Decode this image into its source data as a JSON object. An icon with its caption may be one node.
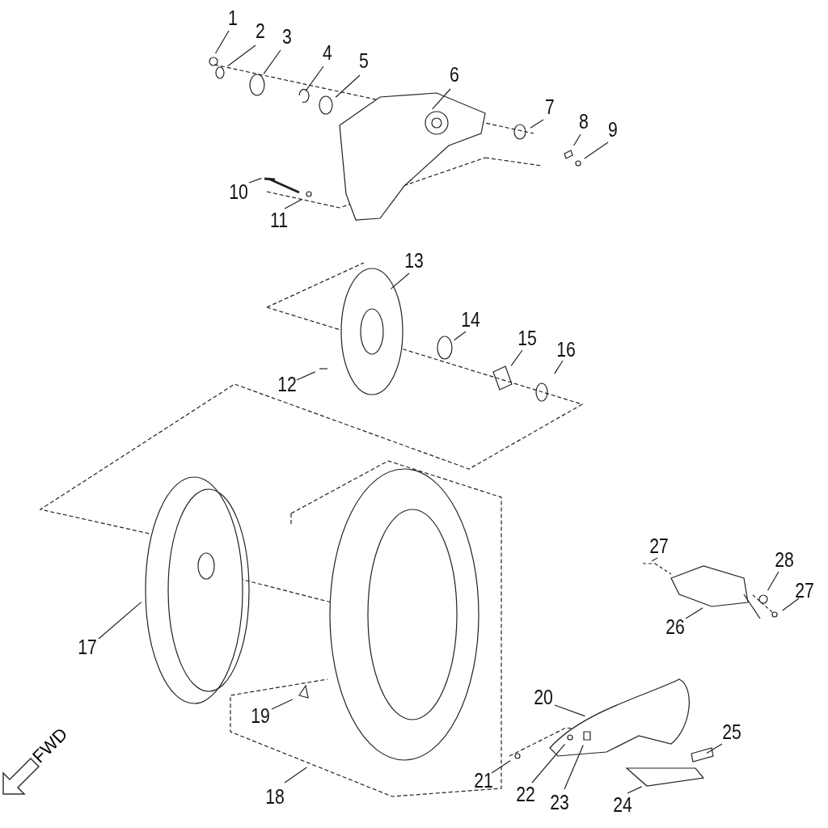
{
  "diagram": {
    "nodes": [
      {
        "text": [
          "1"
        ]
      },
      {
        "text": [
          "2"
        ]
      },
      {
        "text": [
          "3"
        ]
      },
      {
        "text": [
          "4"
        ]
      },
      {
        "text": [
          "5"
        ]
      },
      {
        "text": [
          "6"
        ]
      },
      {
        "text": [
          "7"
        ]
      },
      {
        "text": [
          "8"
        ]
      },
      {
        "text": [
          "9"
        ]
      },
      {
        "text": [
          "10"
        ]
      },
      {
        "text": [
          "11"
        ]
      },
      {
        "text": [
          "12"
        ]
      },
      {
        "text": [
          "13"
        ]
      },
      {
        "text": [
          "14"
        ]
      },
      {
        "text": [
          "15"
        ]
      },
      {
        "text": [
          "16"
        ]
      },
      {
        "text": [
          "17"
        ]
      },
      {
        "text": [
          "18"
        ]
      },
      {
        "text": [
          "19"
        ]
      },
      {
        "text": [
          "20"
        ]
      },
      {
        "text": [
          "21"
        ]
      },
      {
        "text": [
          "22"
        ]
      },
      {
        "text": [
          "23"
        ]
      },
      {
        "text": [
          "24"
        ]
      },
      {
        "text": [
          "25"
        ]
      },
      {
        "text": [
          "26"
        ]
      },
      {
        "text": [
          "27"
        ]
      },
      {
        "text": [
          "28"
        ]
      },
      {
        "text": [
          "27"
        ]
      }
    ],
    "edges": [
      {
        "from": 0,
        "to": null,
        "arrow": "none"
      },
      {
        "from": 1,
        "to": null,
        "arrow": "none"
      },
      {
        "from": 2,
        "to": null,
        "arrow": "none"
      },
      {
        "from": 3,
        "to": null,
        "arrow": "none"
      },
      {
        "from": 4,
        "to": null,
        "arrow": "none"
      },
      {
        "from": 5,
        "to": null,
        "arrow": "none"
      },
      {
        "from": 6,
        "to": null,
        "arrow": "none"
      },
      {
        "from": 7,
        "to": null,
        "arrow": "none"
      },
      {
        "from": 8,
        "to": null,
        "arrow": "none"
      },
      {
        "from": 9,
        "to": null,
        "arrow": "none"
      },
      {
        "from": 10,
        "to": null,
        "arrow": "none"
      },
      {
        "from": 11,
        "to": null,
        "arrow": "none"
      },
      {
        "from": 12,
        "to": null,
        "arrow": "none"
      },
      {
        "from": 13,
        "to": null,
        "arrow": "none"
      },
      {
        "from": 14,
        "to": null,
        "arrow": "none"
      },
      {
        "from": 15,
        "to": null,
        "arrow": "none"
      },
      {
        "from": 16,
        "to": null,
        "arrow": "none"
      },
      {
        "from": 17,
        "to": null,
        "arrow": "none"
      },
      {
        "from": 18,
        "to": null,
        "arrow": "none"
      },
      {
        "from": 19,
        "to": null,
        "arrow": "none"
      },
      {
        "from": 20,
        "to": null,
        "arrow": "none"
      },
      {
        "from": 21,
        "to": null,
        "arrow": "none"
      },
      {
        "from": 22,
        "to": null,
        "arrow": "none"
      },
      {
        "from": 23,
        "to": null,
        "arrow": "none"
      },
      {
        "from": 24,
        "to": null,
        "arrow": "none"
      },
      {
        "from": 25,
        "to": null,
        "arrow": "none"
      },
      {
        "from": 26,
        "to": null,
        "arrow": "none"
      },
      {
        "from": 27,
        "to": null,
        "arrow": "none"
      },
      {
        "from": 28,
        "to": null,
        "arrow": "none"
      }
    ],
    "labels": [
      "FWD"
    ]
  }
}
